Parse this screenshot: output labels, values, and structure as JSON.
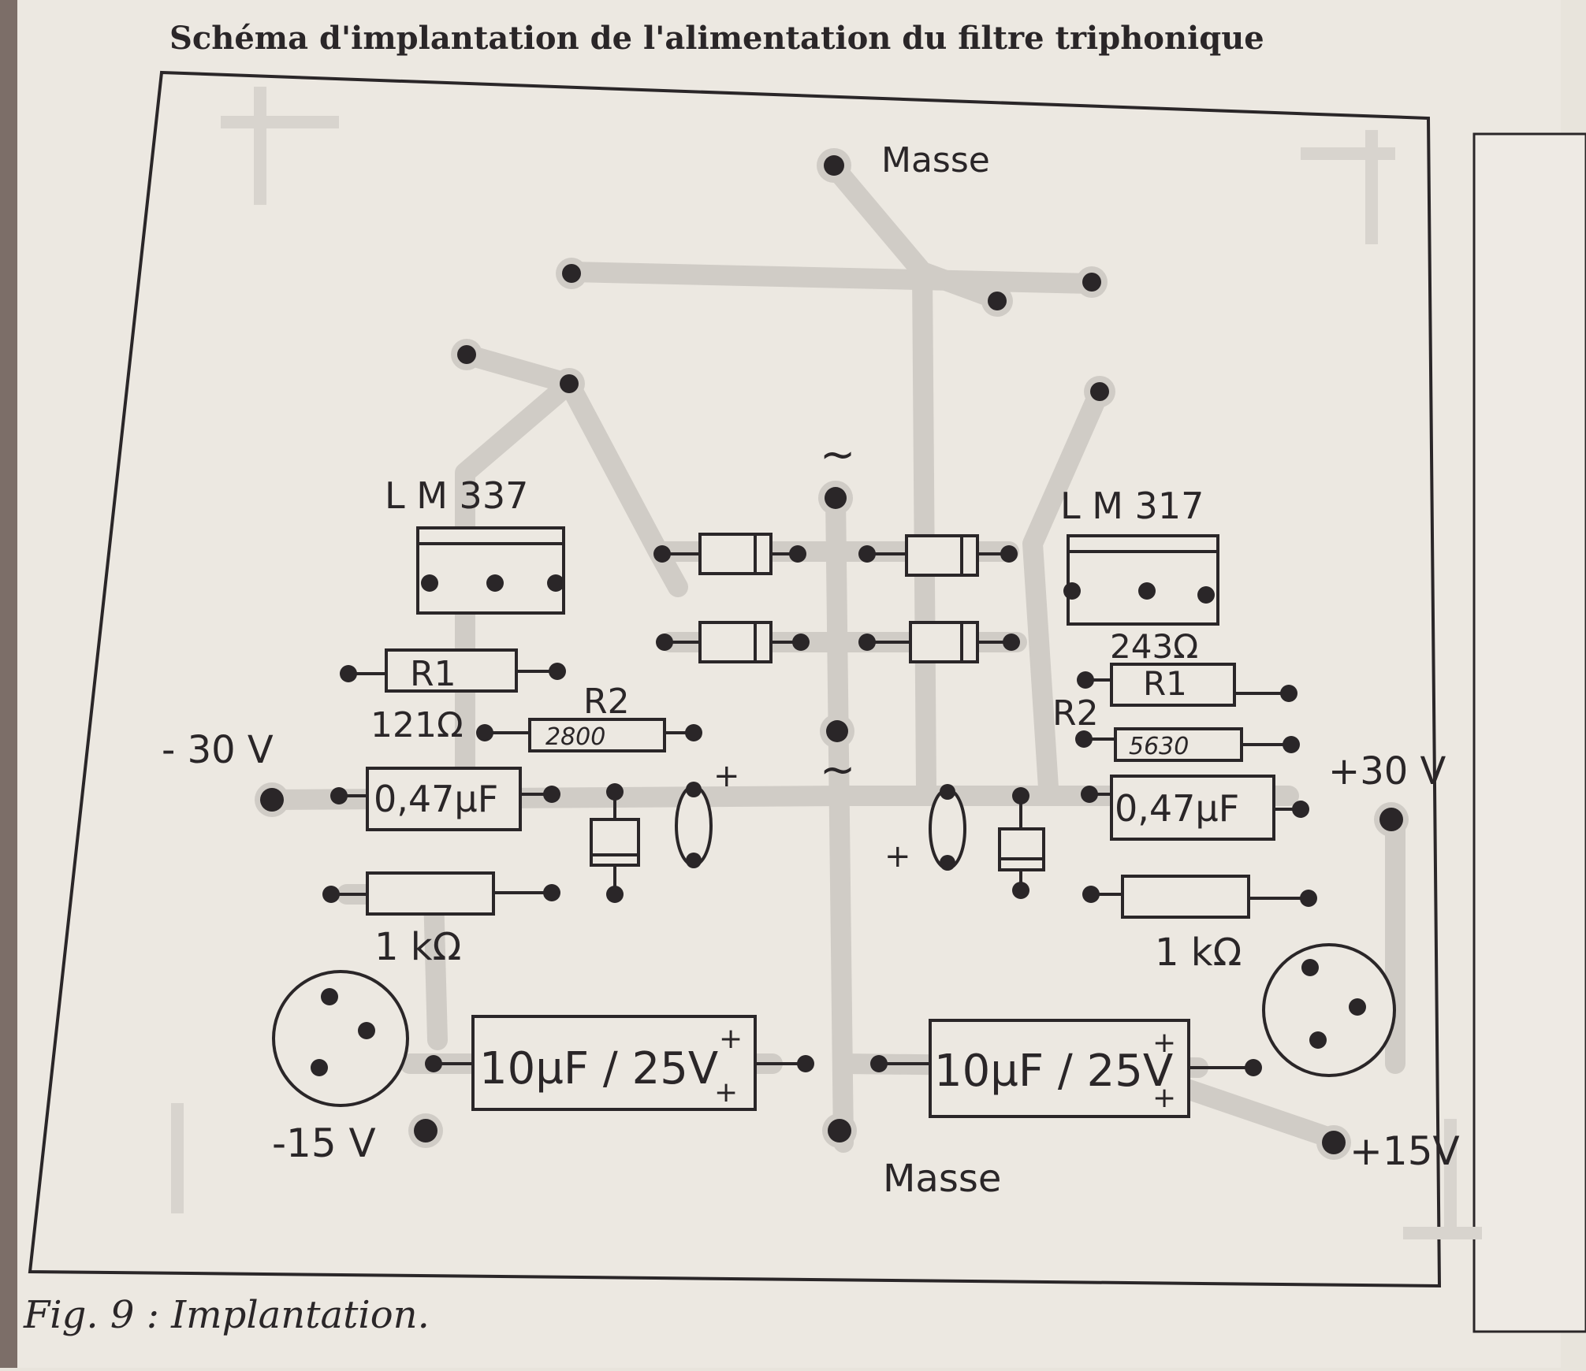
{
  "title": "Schéma d'implantation de l'alimentation du filtre triphonique",
  "caption": "Fig. 9 : Implantation.",
  "labels": {
    "masse_top": "Masse",
    "masse_bottom": "Masse",
    "ac_top": "~",
    "ac_bottom": "~",
    "lm337": "L M 337",
    "lm317": "L M 317",
    "left_r1": "R1",
    "left_r1_value": "121Ω",
    "left_r2": "R2",
    "left_r2_value": "2800",
    "right_r1": "R1",
    "right_r1_value": "243Ω",
    "right_r2": "R2",
    "right_r2_value": "5630",
    "left_cap": "0,47µF",
    "right_cap": "0,47µF",
    "left_1k": "1 kΩ",
    "right_1k": "1 kΩ",
    "left_elec": "10µF / 25V",
    "right_elec": "10µF / 25V",
    "plus_sign": "+",
    "minus_30v": "- 30 V",
    "plus_30v": "+30 V",
    "minus_15v": "-15 V",
    "plus_15v": "+15V"
  },
  "colors": {
    "ink": "#2a2628",
    "paper": "#ece8e1",
    "track": "#d0ccc6"
  }
}
